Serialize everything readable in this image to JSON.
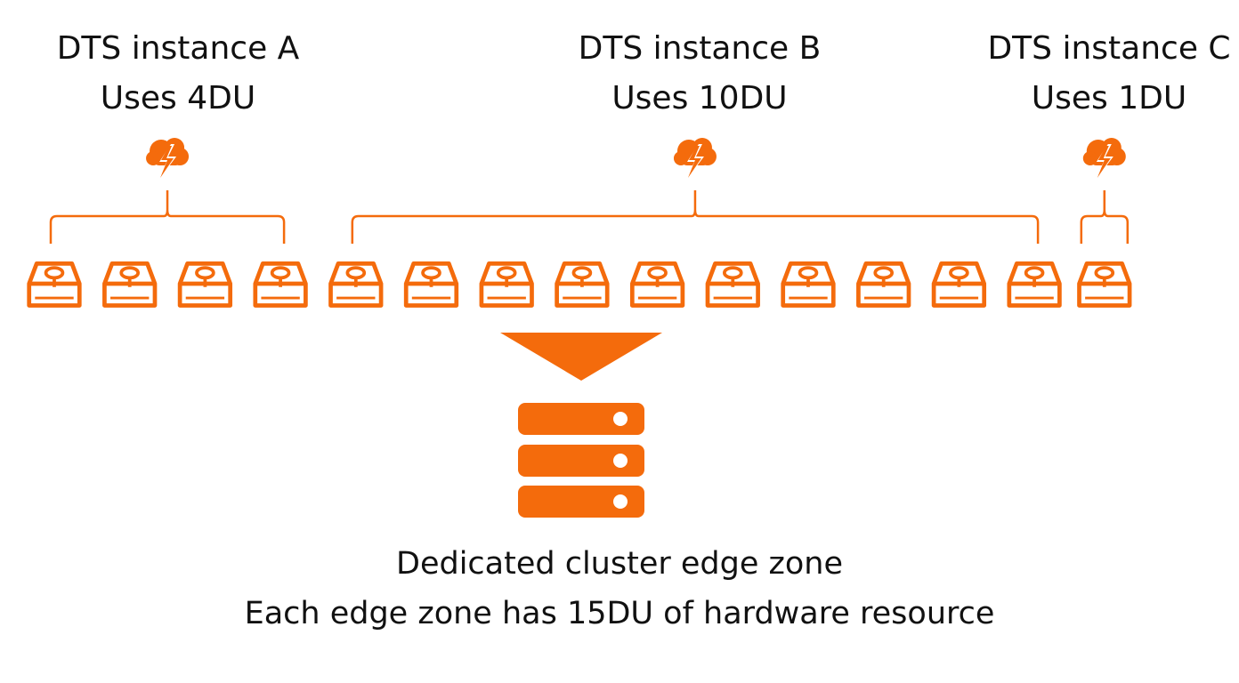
{
  "accent_color": "#F46B0C",
  "instances": [
    {
      "id": "a",
      "name": "DTS instance A",
      "usage": "Uses 4DU",
      "du": 4,
      "icon": "cloud-lightning-icon"
    },
    {
      "id": "b",
      "name": "DTS instance B",
      "usage": "Uses 10DU",
      "du": 10,
      "icon": "cloud-lightning-icon"
    },
    {
      "id": "c",
      "name": "DTS instance C",
      "usage": "Uses 1DU",
      "du": 1,
      "icon": "cloud-lightning-icon"
    }
  ],
  "du_icon": "hard-drive-icon",
  "server_icon": "server-stack-icon",
  "arrow_icon": "triangle-down-icon",
  "edge_zone": {
    "title": "Dedicated cluster edge zone",
    "description": "Each edge zone has 15DU of hardware resource",
    "total_du": 15
  }
}
